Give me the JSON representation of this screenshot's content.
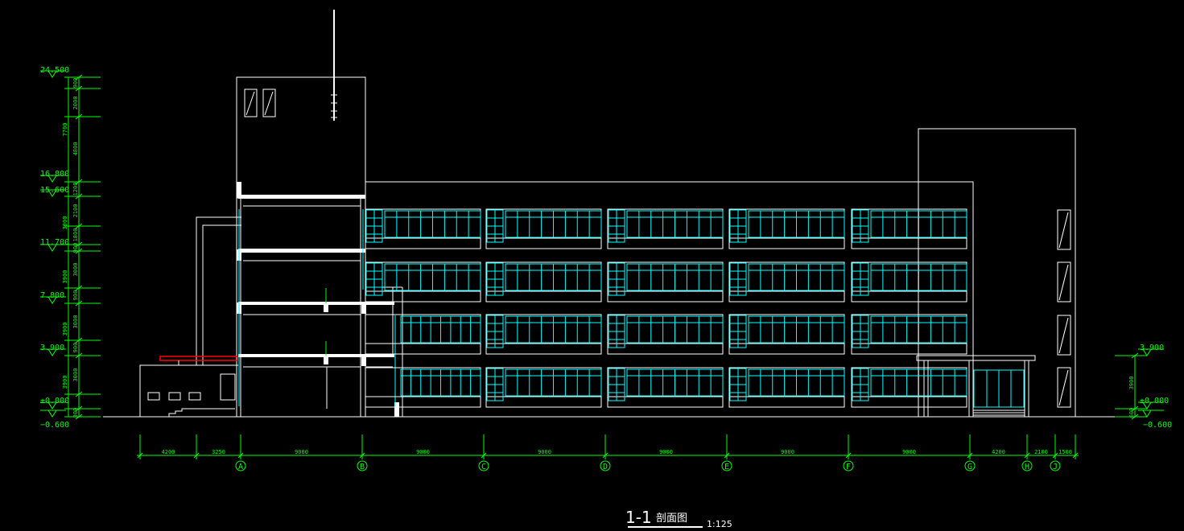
{
  "drawing": {
    "title_number": "1-1",
    "title_text": "剖面图",
    "scale": "1:125"
  },
  "levels_left": [
    {
      "label": "24.500",
      "value": 24.5
    },
    {
      "label": "16.800",
      "value": 16.8
    },
    {
      "label": "15.600",
      "value": 15.6
    },
    {
      "label": "11.700",
      "value": 11.7
    },
    {
      "label": "7.800",
      "value": 7.8
    },
    {
      "label": "3.900",
      "value": 3.9
    },
    {
      "label": "±0.000",
      "value": 0.0
    },
    {
      "label": "−0.600",
      "value": -0.6
    }
  ],
  "levels_right": [
    {
      "label": "3.900",
      "value": 3.9
    },
    {
      "label": "±0.000",
      "value": 0.0
    },
    {
      "label": "−0.600",
      "value": -0.6
    }
  ],
  "vertical_dims_left": {
    "fine": [
      "900",
      "2000",
      "4800",
      "1200",
      "2100",
      "1800",
      "900",
      "3000",
      "900",
      "3000",
      "900",
      "3000",
      "300"
    ],
    "total": [
      "7700",
      "3900",
      "3900",
      "3900",
      "3900"
    ]
  },
  "vertical_dims_right": [
    "3900",
    "600"
  ],
  "horizontal_dims": [
    "4200",
    "3250",
    "9000",
    "9000",
    "9000",
    "9000",
    "9000",
    "9000",
    "4200",
    "2100",
    "1500"
  ],
  "axes": [
    "A",
    "B",
    "C",
    "D",
    "E",
    "F",
    "G",
    "H",
    "J"
  ],
  "colors": {
    "background": "#000000",
    "outline": "#ffffff",
    "window": "#00ffff",
    "dimension": "#00ff00",
    "canopy": "#ff0000"
  }
}
